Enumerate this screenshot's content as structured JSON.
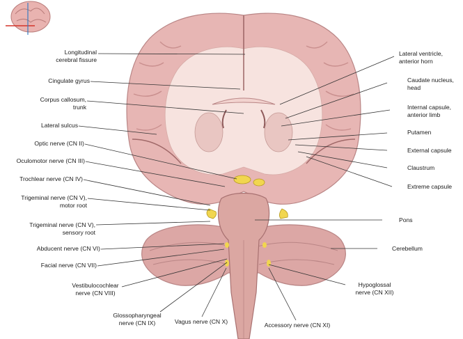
{
  "labels": {
    "longitudinal_fissure": [
      "Longitudinal",
      "cerebral fissure"
    ],
    "cingulate_gyrus": [
      "Cingulate gyrus"
    ],
    "corpus_callosum": [
      "Corpus callosum,",
      "trunk"
    ],
    "lateral_sulcus": [
      "Lateral sulcus"
    ],
    "optic_nerve": [
      "Optic nerve (CN II)"
    ],
    "oculomotor_nerve": [
      "Oculomotor nerve (CN III)"
    ],
    "trochlear_nerve": [
      "Trochlear nerve (CN IV)"
    ],
    "trigeminal_motor": [
      "Trigeminal nerve (CN V),",
      "motor root"
    ],
    "trigeminal_sensory": [
      "Trigeminal nerve (CN V),",
      "sensory root"
    ],
    "abducent_nerve": [
      "Abducent nerve (CN VI)"
    ],
    "facial_nerve": [
      "Facial nerve (CN VII)"
    ],
    "vestibulocochlear_nerve": [
      "Vestibulocochlear",
      "nerve (CN VIII)"
    ],
    "glossopharyngeal_nerve": [
      "Glossopharyngeal",
      "nerve (CN IX)"
    ],
    "vagus_nerve": [
      "Vagus nerve (CN X)"
    ],
    "accessory_nerve": [
      "Accessory nerve (CN XI)"
    ],
    "hypoglossal_nerve": [
      "Hypoglossal",
      "nerve (CN XII)"
    ],
    "lateral_ventricle": [
      "Lateral ventricle,",
      "anterior horn"
    ],
    "caudate_nucleus": [
      "Caudate nucleus,",
      "head"
    ],
    "internal_capsule": [
      "Internal capsule,",
      "anterior limb"
    ],
    "putamen": [
      "Putamen"
    ],
    "external_capsule": [
      "External capsule"
    ],
    "claustrum": [
      "Claustrum"
    ],
    "extreme_capsule": [
      "Extreme capsule"
    ],
    "pons": [
      "Pons"
    ],
    "cerebellum": [
      "Cerebellum"
    ]
  },
  "colors": {
    "cortex": "#e7b6b4",
    "cortex_dark": "#c98f8e",
    "white_matter": "#f7e3df",
    "nerve": "#f1d64f",
    "brainstem": "#dba7a2",
    "leader": "#333333"
  },
  "icons": [
    "brain-orientation-icon"
  ]
}
